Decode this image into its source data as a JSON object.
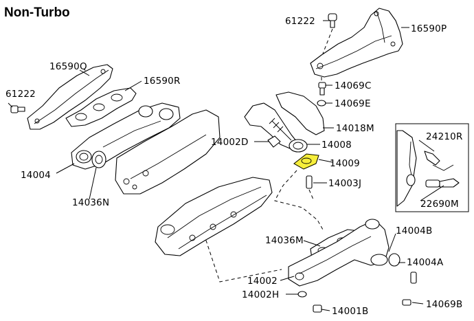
{
  "title": "Non-Turbo",
  "highlight_color": "#f6ee3a",
  "parts": {
    "p61222_top": "61222",
    "p16590P": "16590P",
    "p16590Q": "16590Q",
    "p61222_left": "61222",
    "p16590R": "16590R",
    "p14069C": "14069C",
    "p14069E": "14069E",
    "p14018M": "14018M",
    "p14002D": "14002D",
    "p14008": "14008",
    "p14009": "14009",
    "p14003J": "14003J",
    "p14004_left": "14004",
    "p14036N": "14036N",
    "p24210R": "24210R",
    "p22690M": "22690M",
    "p14036M": "14036M",
    "p14004B": "14004B",
    "p14004A": "14004A",
    "p14002": "14002",
    "p14002H": "14002H",
    "p14001B": "14001B",
    "p14069B": "14069B"
  }
}
